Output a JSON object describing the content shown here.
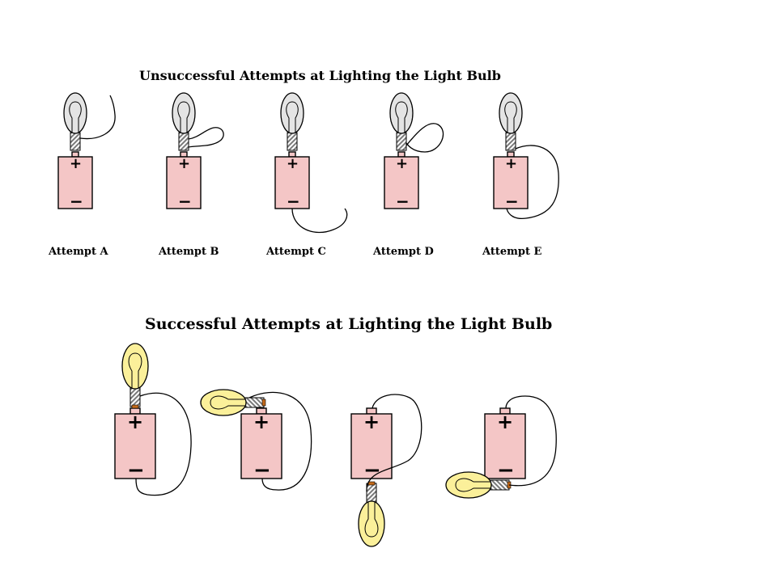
{
  "unsuccessful": {
    "title": "Unsuccessful Attempts at Lighting the Light Bulb",
    "attempts": [
      {
        "label": "Attempt A"
      },
      {
        "label": "Attempt B"
      },
      {
        "label": "Attempt C"
      },
      {
        "label": "Attempt D"
      },
      {
        "label": "Attempt E"
      }
    ]
  },
  "successful": {
    "title": "Successful Attempts at Lighting the Light Bulb"
  },
  "symbols": {
    "plus": "+",
    "minus": "−"
  },
  "colors": {
    "battery_fill": "#f4c6c6",
    "bulb_unlit": "#e4e4e4",
    "bulb_lit": "#fbf09a",
    "socket_stripe": "#7a7a7a",
    "socket_contact_lit": "#c46a1a"
  }
}
